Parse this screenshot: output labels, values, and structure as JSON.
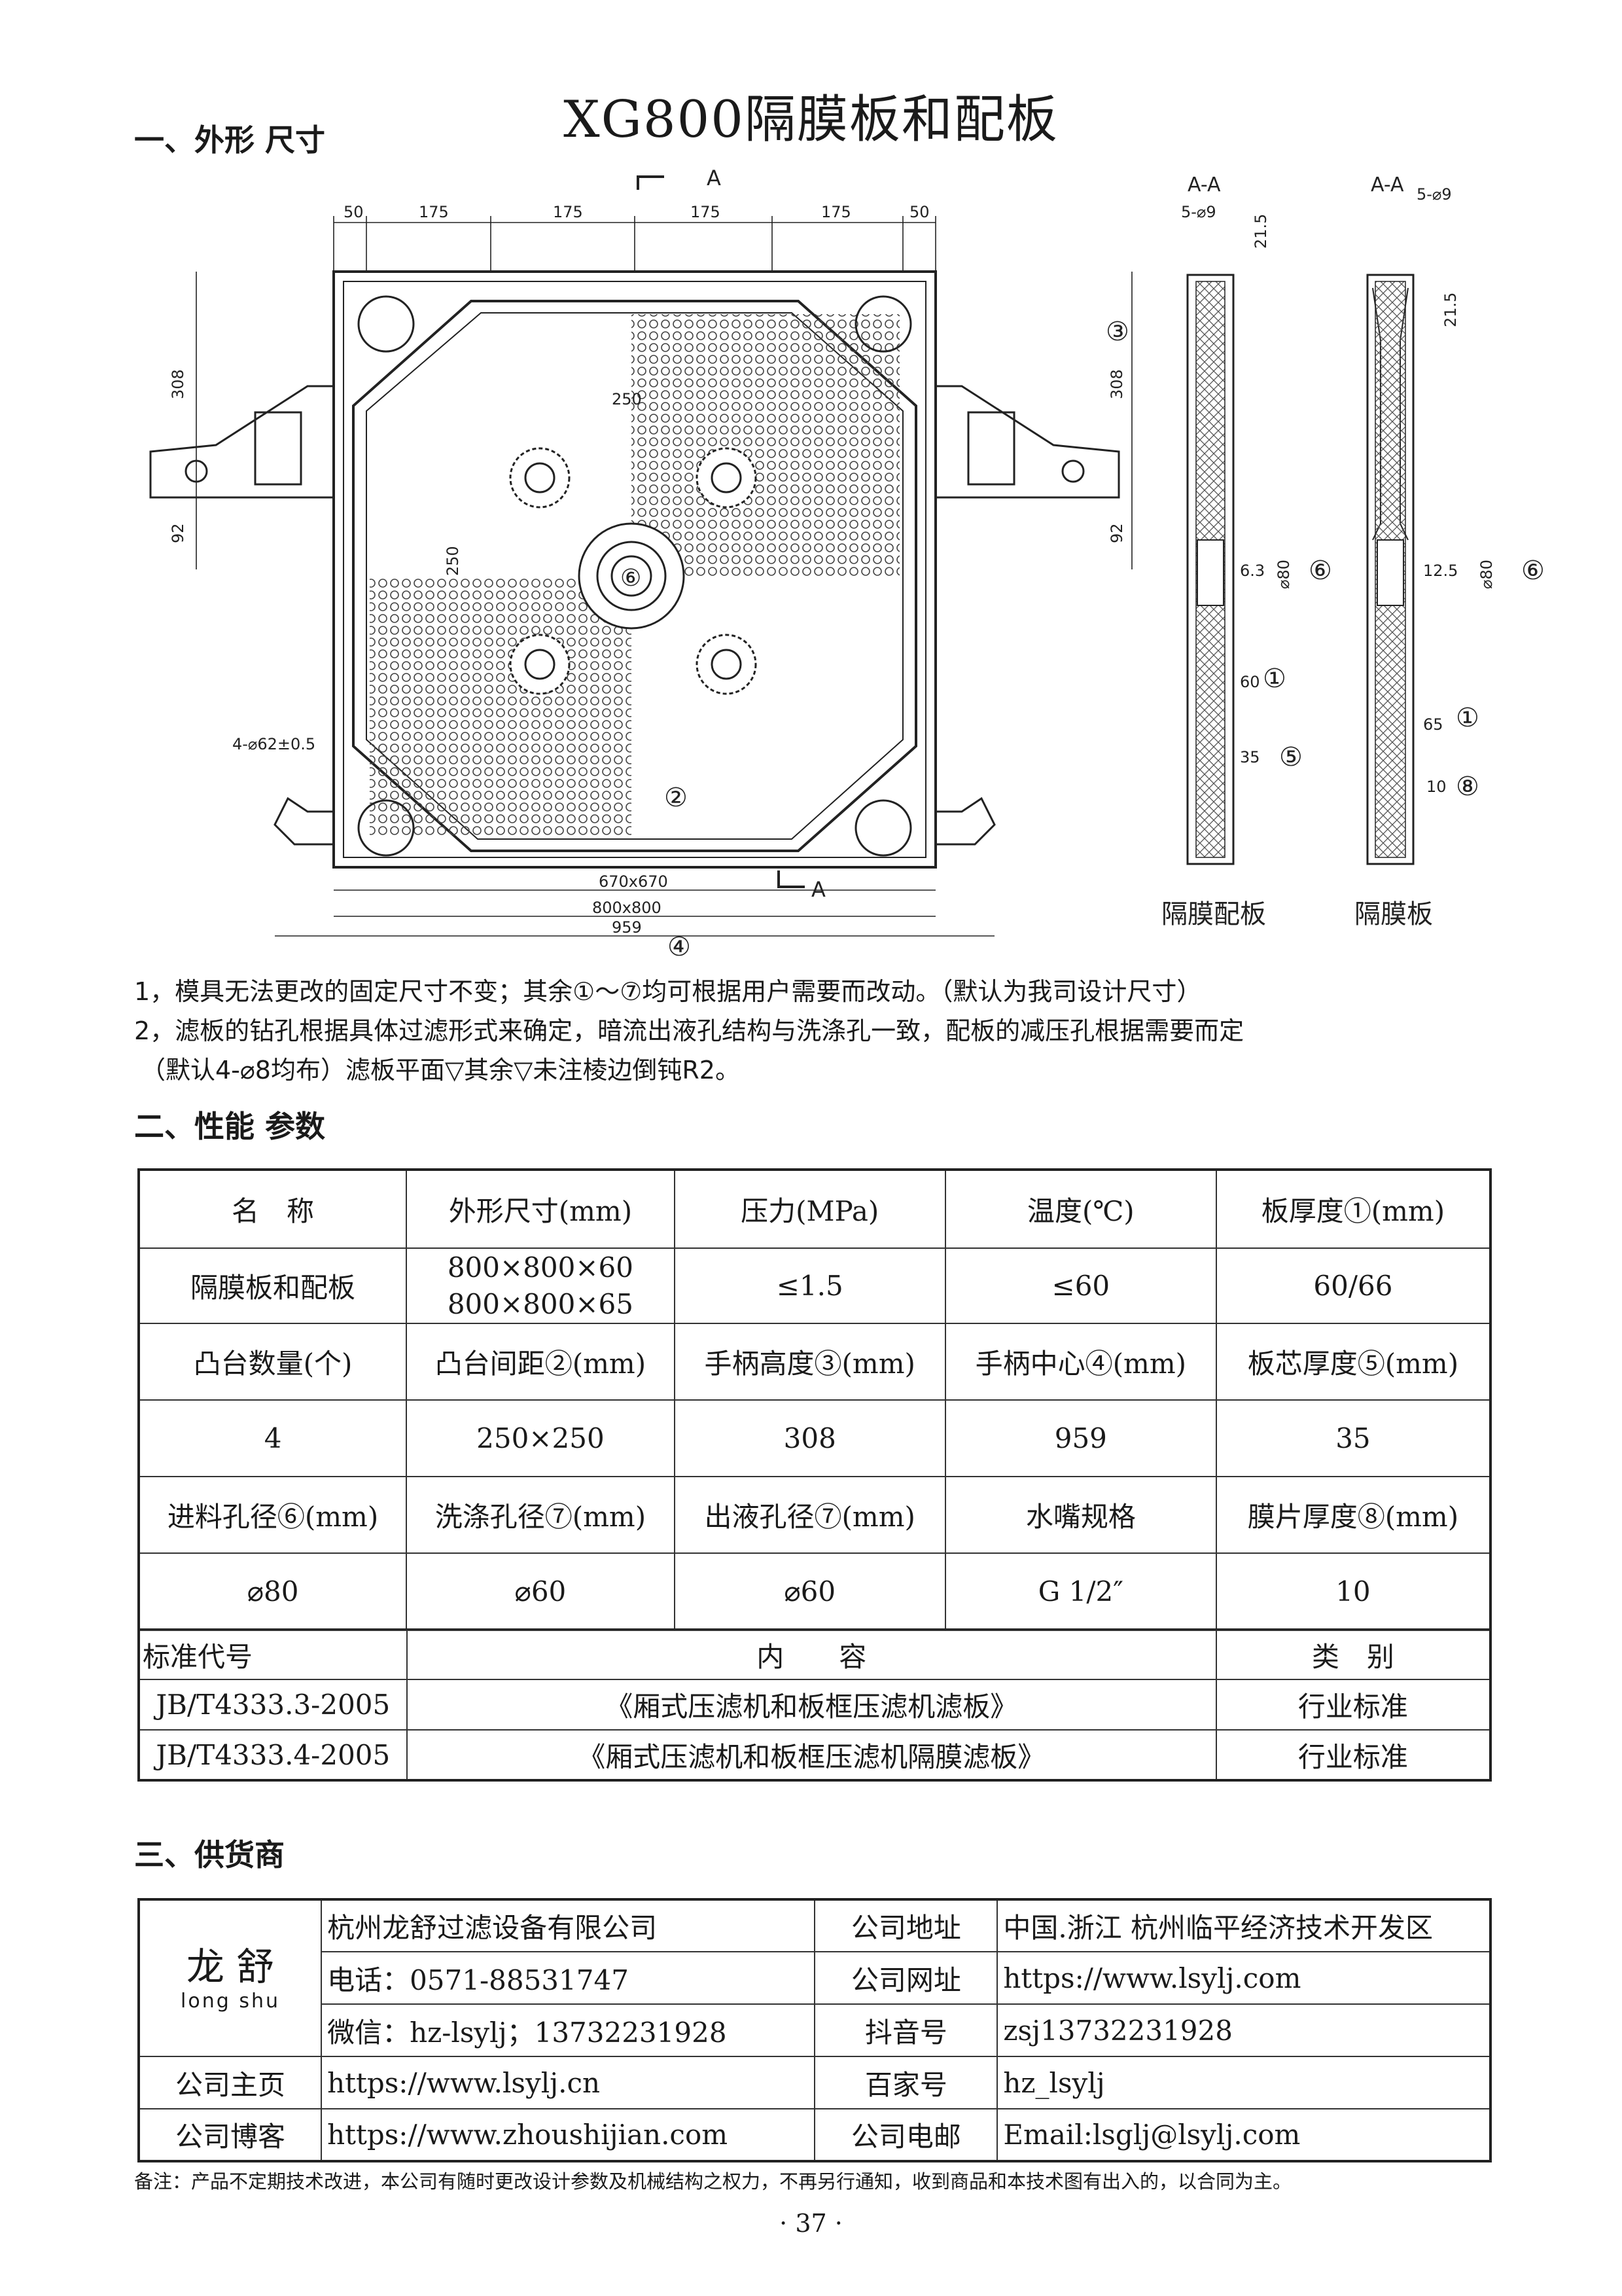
{
  "title": "XG800隔膜板和配板",
  "section1": "一、外形 尺寸",
  "section2": "二、性能 参数",
  "section3": "三、供货商",
  "drawing": {
    "top_dims": [
      "50",
      "175",
      "175",
      "175",
      "175",
      "50"
    ],
    "section_mark": "A",
    "left_dims": [
      "308",
      "92"
    ],
    "right_dims": [
      "308",
      "92"
    ],
    "inner_dims": [
      "250",
      "250"
    ],
    "nozzle_label": "4-⌀62±0.5",
    "bottom_dims": [
      "670x670",
      "800x800",
      "959"
    ],
    "circled_labels": [
      "①",
      "②",
      "③",
      "④",
      "⑤",
      "⑥",
      "⑧"
    ],
    "sec1": {
      "name": "A-A",
      "hole": "5-⌀9",
      "top": "21.5",
      "inner": "6.3",
      "dia": "⌀80",
      "core": "60",
      "thick": "35",
      "caption": "隔膜配板"
    },
    "sec2": {
      "name": "A-A",
      "hole": "5-⌀9",
      "top": "21.5",
      "inner": "12.5",
      "dia": "⌀80",
      "core": "65",
      "thick": "10",
      "caption": "隔膜板"
    }
  },
  "notes": [
    "1，模具无法更改的固定尺寸不变；其余①～⑦均可根据用户需要而改动。（默认为我司设计尺寸）",
    "2，滤板的钻孔根据具体过滤形式来确定，暗流出液孔结构与洗涤孔一致，配板的减压孔根据需要而定",
    "（默认4-⌀8均布）滤板平面▽其余▽未注棱边倒钝R2。"
  ],
  "perf_table": [
    [
      "名　称",
      "外形尺寸(mm)",
      "压力(MPa)",
      "温度(℃)",
      "板厚度①(mm)"
    ],
    [
      "隔膜板和配板",
      "800×800×60\n800×800×65",
      "≤1.5",
      "≤60",
      "60/66"
    ],
    [
      "凸台数量(个)",
      "凸台间距②(mm)",
      "手柄高度③(mm)",
      "手柄中心④(mm)",
      "板芯厚度⑤(mm)"
    ],
    [
      "4",
      "250×250",
      "308",
      "959",
      "35"
    ],
    [
      "进料孔径⑥(mm)",
      "洗涤孔径⑦(mm)",
      "出液孔径⑦(mm)",
      "水嘴规格",
      "膜片厚度⑧(mm)"
    ],
    [
      "⌀80",
      "⌀60",
      "⌀60",
      "G 1/2″",
      "10"
    ]
  ],
  "std_table": {
    "header": [
      "标准代号",
      "内　　容",
      "类　别"
    ],
    "rows": [
      [
        "JB/T4333.3-2005",
        "《厢式压滤机和板框压滤机滤板》",
        "行业标准"
      ],
      [
        "JB/T4333.4-2005",
        "《厢式压滤机和板框压滤机隔膜滤板》",
        "行业标准"
      ]
    ]
  },
  "supplier": {
    "logo_cn": "龙 舒",
    "logo_py": "long shu",
    "company": "杭州龙舒过滤设备有限公司",
    "addr_label": "公司地址",
    "addr": "中国.浙江 杭州临平经济技术开发区",
    "phone": "电话：0571-88531747",
    "web_label": "公司网址",
    "web": "https://www.lsylj.com",
    "wechat": "微信：hz-lsylj；13732231928",
    "douyin_label": "抖音号",
    "douyin": "zsj13732231928",
    "home_label": "公司主页",
    "home": "https://www.lsylj.cn",
    "baijia_label": "百家号",
    "baijia": "hz_lsylj",
    "blog_label": "公司博客",
    "blog": "https://www.zhoushijian.com",
    "mail_label": "公司电邮",
    "mail": "Email:lsglj@lsylj.com"
  },
  "footnote": "备注：产品不定期技术改进，本公司有随时更改设计参数及机械结构之权力，不再另行通知，收到商品和本技术图有出入的，以合同为主。",
  "page_number": "· 37 ·"
}
